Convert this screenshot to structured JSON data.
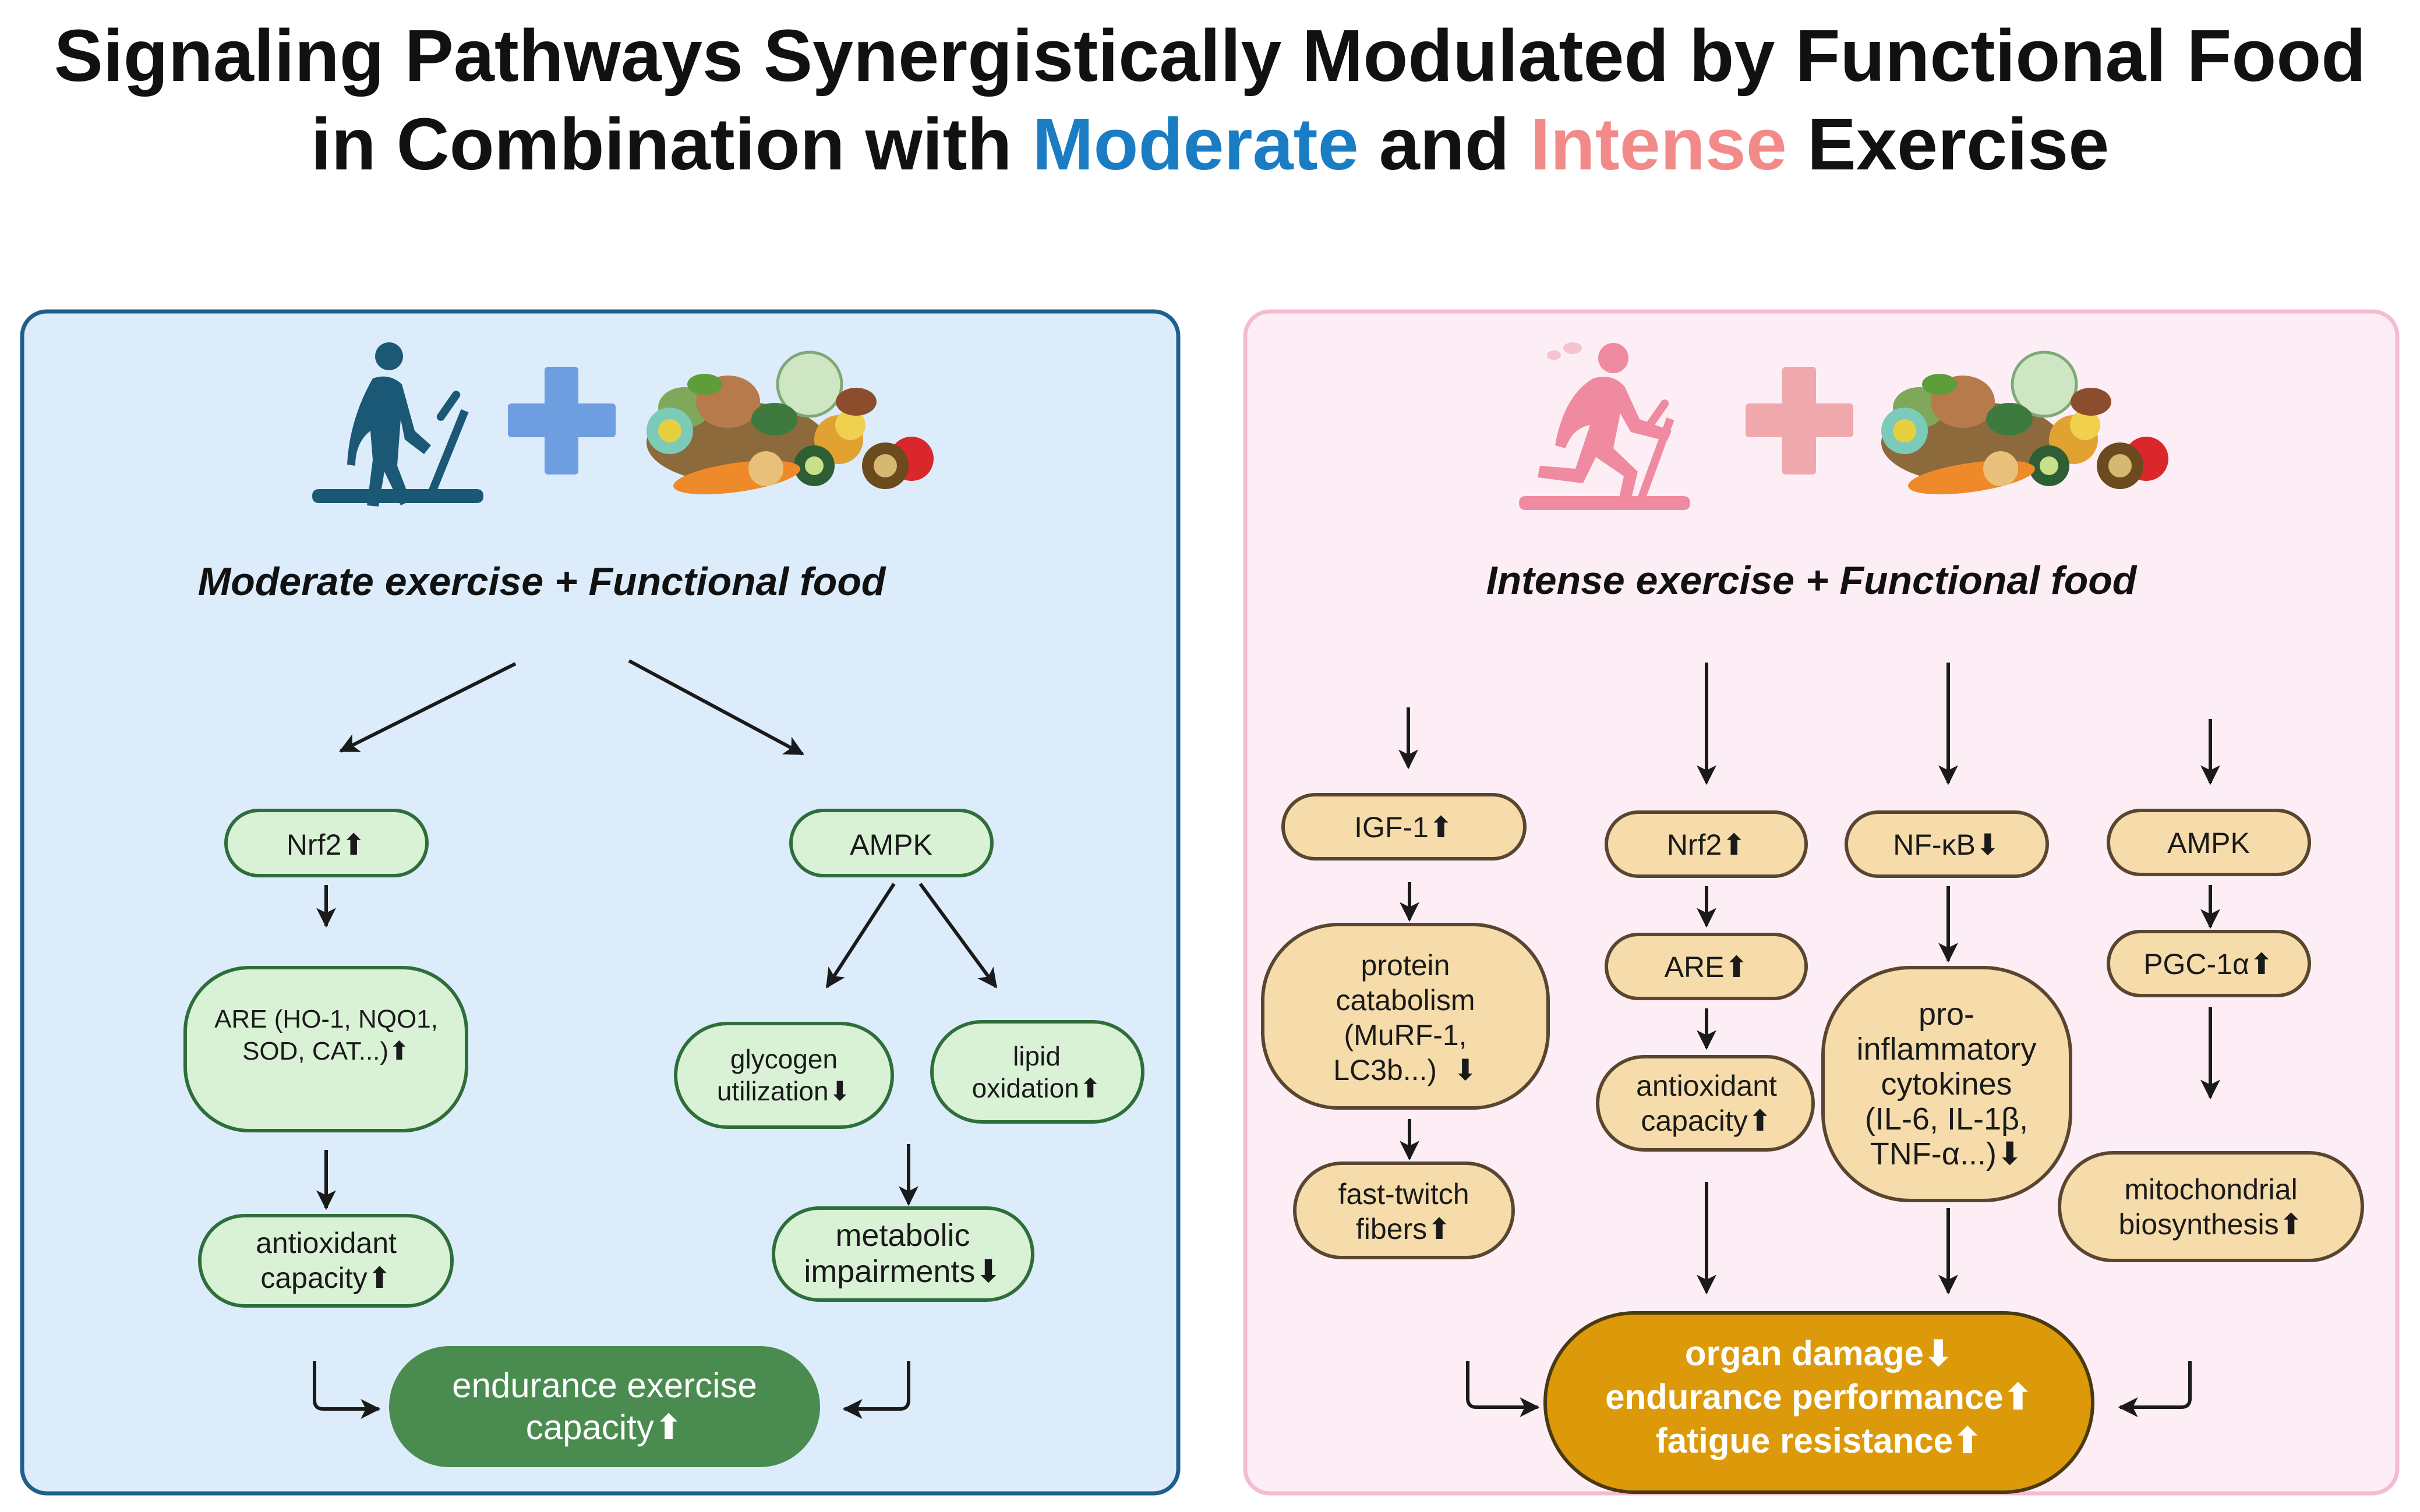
{
  "title": {
    "line1": "Signaling Pathways Synergistically Modulated by Functional Food",
    "line2_pre": "in Combination with",
    "word_moderate": "Moderate",
    "line2_mid": "and",
    "word_intense": "Intense",
    "line2_post": "Exercise"
  },
  "colors": {
    "moderate_blue": "#1a7dc4",
    "intense_pink": "#f28a8a",
    "left_panel_bg": "#dcecfa",
    "left_panel_border": "#1e5f8c",
    "right_panel_bg": "#fdeef6",
    "right_panel_border": "#f4bcd2",
    "green_node_fill": "#d9f2d6",
    "green_node_border": "#2f6e3a",
    "green_final": "#4a8c50",
    "tan_node_fill": "#f5dcaa",
    "tan_node_border": "#5a4630",
    "gold_final": "#dc9a0a"
  },
  "left": {
    "label": "Moderate exercise + Functional food",
    "nrf2": "Nrf2⬆",
    "ampk": "AMPK",
    "are": {
      "line1": "ARE (HO-1, NQO1,",
      "line2": "SOD, CAT...)⬆"
    },
    "glycogen": {
      "line1": "glycogen",
      "line2": "utilization⬇"
    },
    "lipid": {
      "line1": "lipid",
      "line2": "oxidation⬆"
    },
    "antioxidant": {
      "line1": "antioxidant",
      "line2": "capacity⬆"
    },
    "metabolic": {
      "line1": "metabolic",
      "line2": "impairments⬇"
    },
    "final": {
      "line1": "endurance exercise",
      "line2": "capacity⬆"
    }
  },
  "right": {
    "label": "Intense exercise + Functional food",
    "igf1": "IGF-1⬆",
    "protein": {
      "line1": "protein",
      "line2": "catabolism",
      "line3": "(MuRF-1,",
      "line4": "LC3b...)  ⬇"
    },
    "fast_twitch": {
      "line1": "fast-twitch",
      "line2": "fibers⬆"
    },
    "nrf2": "Nrf2⬆",
    "are": "ARE⬆",
    "antioxidant": {
      "line1": "antioxidant",
      "line2": "capacity⬆"
    },
    "nfkb": "NF-κB⬇",
    "cytokines": {
      "line1": "pro-",
      "line2": "inflammatory",
      "line3": "cytokines",
      "line4": "(IL-6, IL-1β,",
      "line5": "TNF-α...)⬇"
    },
    "ampk": "AMPK",
    "pgc": "PGC-1α⬆",
    "mito": {
      "line1": "mitochondrial",
      "line2": "biosynthesis⬆"
    },
    "final": {
      "line1": "organ damage⬇",
      "line2": "endurance performance⬆",
      "line3": "fatigue resistance⬆"
    }
  },
  "icons": [
    "walking-treadmill-icon",
    "blue-plus-icon",
    "food-pile-icon",
    "running-treadmill-icon",
    "pink-plus-icon",
    "food-pile-icon"
  ]
}
